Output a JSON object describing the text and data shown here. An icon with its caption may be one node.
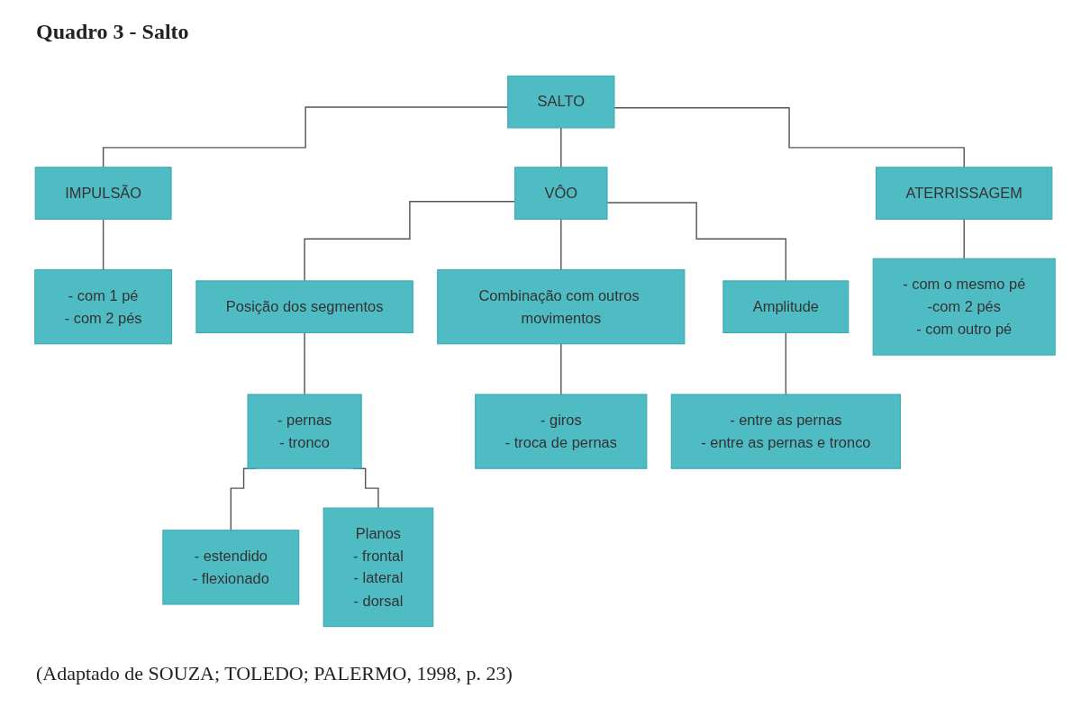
{
  "diagram": {
    "title": "Quadro 3 - Salto",
    "caption": "(Adaptado de SOUZA; TOLEDO; PALERMO, 1998, p. 23)",
    "nodes": [
      {
        "text": [
          "SALTO"
        ]
      },
      {
        "text": [
          "IMPULSÃO"
        ]
      },
      {
        "text": [
          "VÔO"
        ]
      },
      {
        "text": [
          "ATERRISSAGEM"
        ]
      },
      {
        "text": [
          "- com 1 pé",
          "- com 2 pés"
        ]
      },
      {
        "text": [
          "Posição dos segmentos"
        ]
      },
      {
        "text": [
          "Combinação com outros movimentos"
        ]
      },
      {
        "text": [
          "Amplitude"
        ]
      },
      {
        "text": [
          "- com o mesmo pé",
          "-com 2 pés",
          "- com outro pé"
        ]
      },
      {
        "text": [
          "- pernas",
          "- tronco"
        ]
      },
      {
        "text": [
          "- giros",
          "- troca de pernas"
        ]
      },
      {
        "text": [
          "- entre as pernas",
          "- entre as pernas e tronco"
        ]
      },
      {
        "text": [
          "- estendido",
          "- flexionado"
        ]
      },
      {
        "text": [
          "Planos",
          "- frontal",
          "- lateral",
          "- dorsal"
        ]
      }
    ],
    "edges": [
      {
        "from": 0,
        "to": 1,
        "arrow": "none"
      },
      {
        "from": 0,
        "to": 2,
        "arrow": "none"
      },
      {
        "from": 0,
        "to": 3,
        "arrow": "none"
      },
      {
        "from": 1,
        "to": 4,
        "arrow": "none"
      },
      {
        "from": 2,
        "to": 5,
        "arrow": "none"
      },
      {
        "from": 2,
        "to": 6,
        "arrow": "none"
      },
      {
        "from": 2,
        "to": 7,
        "arrow": "none"
      },
      {
        "from": 3,
        "to": 8,
        "arrow": "none"
      },
      {
        "from": 5,
        "to": 9,
        "arrow": "none"
      },
      {
        "from": 6,
        "to": 10,
        "arrow": "none"
      },
      {
        "from": 7,
        "to": 11,
        "arrow": "none"
      },
      {
        "from": 9,
        "to": 12,
        "arrow": "none"
      },
      {
        "from": 9,
        "to": 13,
        "arrow": "none"
      }
    ]
  }
}
